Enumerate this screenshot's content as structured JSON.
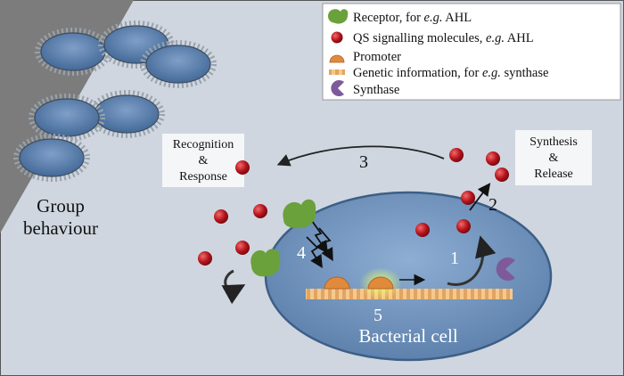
{
  "legend": {
    "items": [
      {
        "text": "Receptor, for ",
        "em": "e.g.",
        "tail": " AHL",
        "icon": "receptor-icon"
      },
      {
        "text": "QS signalling molecules, ",
        "em": "e.g.",
        "tail": " AHL",
        "icon": "molecule-icon"
      },
      {
        "text": "Promoter",
        "em": "",
        "tail": "",
        "icon": "promoter-icon"
      },
      {
        "text": "Genetic information, for ",
        "em": "e.g.",
        "tail": " synthase",
        "icon": "gene-icon"
      },
      {
        "text": "Synthase",
        "em": "",
        "tail": "",
        "icon": "synthase-icon"
      }
    ]
  },
  "labels": {
    "recognition": [
      "Recognition",
      "&",
      "Response"
    ],
    "synthesis": [
      "Synthesis",
      "&",
      "Release"
    ],
    "group": [
      "Group",
      "behaviour"
    ],
    "cell": "Bacterial cell"
  },
  "steps": {
    "s1": "1",
    "s2": "2",
    "s3": "3",
    "s4": "4",
    "s5": "5"
  },
  "colors": {
    "background": "#cfd6e0",
    "cell_fill": "#6b8fba",
    "cell_stroke": "#3d5f86",
    "molecule": "#b5121b",
    "receptor": "#6aa13a",
    "promoter": "#e08a3c",
    "synthase": "#7e5a9b",
    "gene": "#f2c48c"
  }
}
